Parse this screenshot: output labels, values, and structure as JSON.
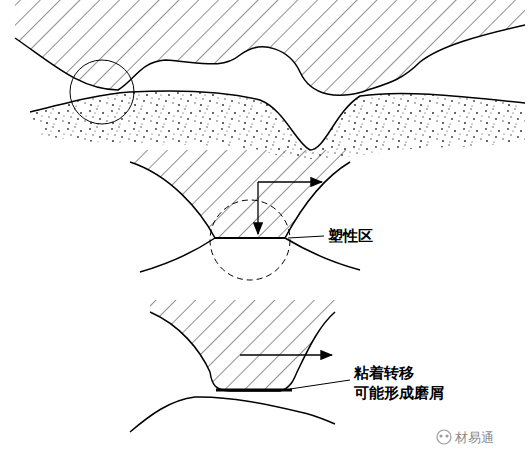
{
  "diagram": {
    "labels": [
      "塑性区",
      "粘着转移 可能形成磨屑",
      "材易通"
    ]
  }
}
